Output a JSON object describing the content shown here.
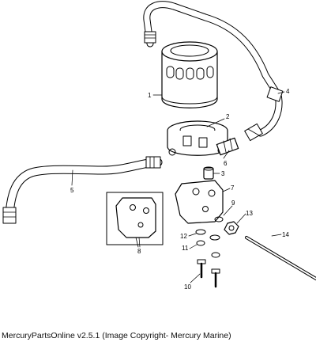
{
  "callouts": {
    "c1": "1",
    "c2": "2",
    "c3": "3",
    "c4": "4",
    "c5": "5",
    "c6": "6",
    "c7": "7",
    "c8": "8",
    "c9": "9",
    "c10": "10",
    "c11": "11",
    "c12": "12",
    "c13": "13",
    "c14": "14"
  },
  "footer": "MercuryPartsOnline v2.5.1 (Image Copyright- Mercury Marine)"
}
